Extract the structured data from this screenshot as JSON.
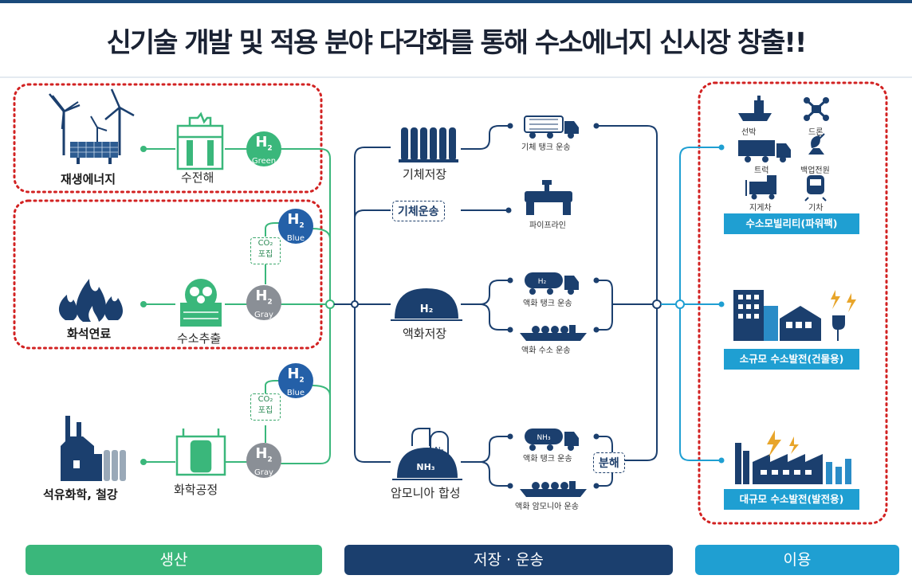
{
  "title": "신기술 개발 및 적용 분야 다각화를 통해 수소에너지 신시장 창출!!",
  "colors": {
    "production": "#3ab77b",
    "storage": "#1b3f6e",
    "usage": "#1f9fd2",
    "dotted": "#d22222"
  },
  "production": {
    "renewable": "재생에너지",
    "electrolysis": "수전해",
    "fossil": "화석연료",
    "extraction": "수소추출",
    "petro": "석유화학, 철강",
    "chemprocess": "화학공정",
    "green": "Green",
    "blue1": "Blue",
    "gray1": "Gray",
    "blue2": "Blue",
    "gray2": "Gray",
    "co2a": [
      "CO₂",
      "포집"
    ],
    "co2b": [
      "CO₂",
      "포집"
    ],
    "h2": "H",
    "h2sub": "2"
  },
  "storage": {
    "gas_storage": "기체저장",
    "gas_transport": "기체운송",
    "liquid_storage": "액화저장",
    "ammonia": "암모니아 합성",
    "tank_gas": "기체 탱크 운송",
    "pipeline": "파이프라인",
    "tank_liquid": "액화 탱크 운송",
    "ship_liquid": "액화 수소 운송",
    "tank_nh3": "액화 탱크 운송",
    "ship_nh3": "액화 암모니아 운송",
    "decompose": "분해",
    "h2_label": "H₂",
    "nh3_label": "NH₃",
    "n2_label": "N₂"
  },
  "usage": {
    "ship": "선박",
    "drone": "드론",
    "truck": "트럭",
    "backup": "백업전원",
    "forklift": "지게차",
    "train": "기차",
    "mobility": "수소모빌리티(파워팩)",
    "small_power": "소규모 수소발전(건물용)",
    "large_power": "대규모 수소발전(발전용)"
  },
  "bottom": {
    "production": "생산",
    "storage": "저장 · 운송",
    "usage": "이용"
  }
}
